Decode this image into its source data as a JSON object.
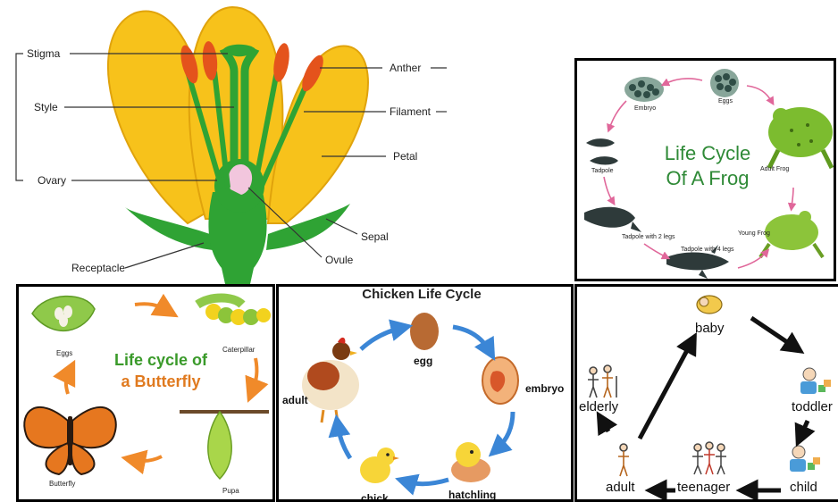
{
  "flower": {
    "labels": {
      "stigma": "Stigma",
      "style": "Style",
      "ovary": "Ovary",
      "receptacle": "Receptacle",
      "anther": "Anther",
      "filament": "Filament",
      "petal": "Petal",
      "sepal": "Sepal",
      "ovule": "Ovule"
    },
    "colors": {
      "petal": "#f7c21b",
      "petal_edge": "#e0a30c",
      "stem": "#2fa334",
      "anther": "#e4531c"
    }
  },
  "frog": {
    "title_line1": "Life Cycle",
    "title_line2": "Of A Frog",
    "stages": {
      "eggs": "Eggs",
      "embryo": "Embryo",
      "tadpole": "Tadpole",
      "tadpole_2legs": "Tadpole with 2 legs",
      "tadpole_4legs": "Tadpole with 4 legs",
      "young_frog": "Young Frog",
      "adult_frog": "Adult Frog"
    },
    "colors": {
      "title": "#2f8a37",
      "arrow": "#e0679a"
    }
  },
  "butterfly": {
    "title_line1": "Life cycle of",
    "title_line2": "a Butterfly",
    "stages": {
      "eggs": "Eggs",
      "caterpillar": "Caterpillar",
      "pupa": "Pupa",
      "butterfly": "Butterfly"
    },
    "colors": {
      "title1": "#3a9a2a",
      "title2": "#e07a1f",
      "arrow": "#f08a2a"
    }
  },
  "chicken": {
    "title": "Chicken Life Cycle",
    "stages": {
      "egg": "egg",
      "embryo": "embryo",
      "hatchling": "hatchling",
      "chick": "chick",
      "adult": "adult"
    },
    "colors": {
      "arrow": "#3b86d6"
    }
  },
  "human": {
    "stages": {
      "baby": "baby",
      "toddler": "toddler",
      "child": "child",
      "teenager": "teenager",
      "adult": "adult",
      "elderly": "elderly"
    }
  }
}
